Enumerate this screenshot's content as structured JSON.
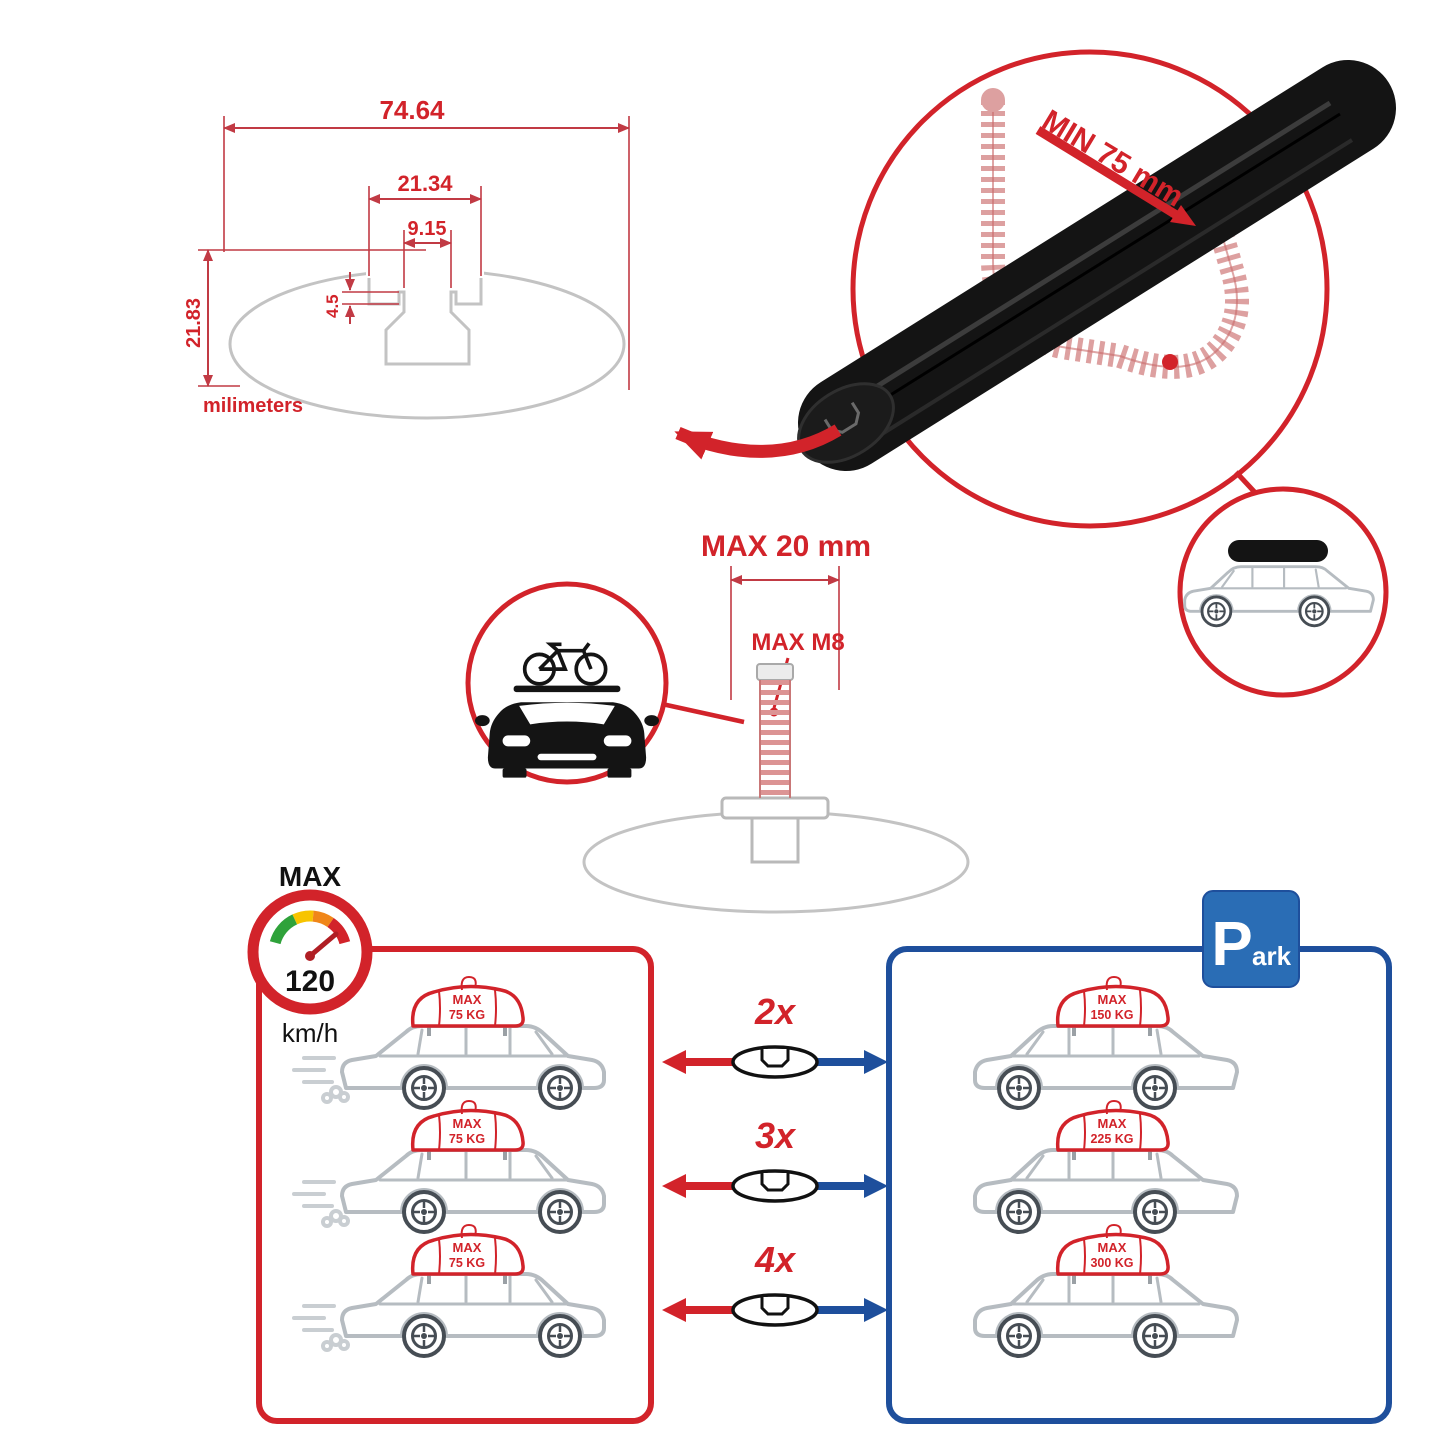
{
  "diagram": {
    "dims": {
      "total_width": "74.64",
      "channel_width": "21.34",
      "slot_width": "9.15",
      "lip_height": "4.5",
      "total_height": "21.83",
      "units": "milimeters"
    },
    "hook_note": "MIN 75 mm",
    "bolt": {
      "length": "MAX 20 mm",
      "thread": "MAX M8"
    }
  },
  "speed": {
    "label": "MAX",
    "value": "120",
    "unit": "km/h"
  },
  "counts": [
    "2x",
    "3x",
    "4x"
  ],
  "red_panel": {
    "cars": [
      {
        "cargo_title": "MAX",
        "cargo_value": "75 KG"
      },
      {
        "cargo_title": "MAX",
        "cargo_value": "75 KG"
      },
      {
        "cargo_title": "MAX",
        "cargo_value": "75 KG"
      }
    ]
  },
  "blue_panel": {
    "park_big": "P",
    "park_small": "ark",
    "cars": [
      {
        "cargo_title": "MAX",
        "cargo_value": "150 KG"
      },
      {
        "cargo_title": "MAX",
        "cargo_value": "225 KG"
      },
      {
        "cargo_title": "MAX",
        "cargo_value": "300 KG"
      }
    ]
  },
  "colors": {
    "red": "#d2232a",
    "blue": "#1e4f9c",
    "gray": "#c3c3c3"
  }
}
